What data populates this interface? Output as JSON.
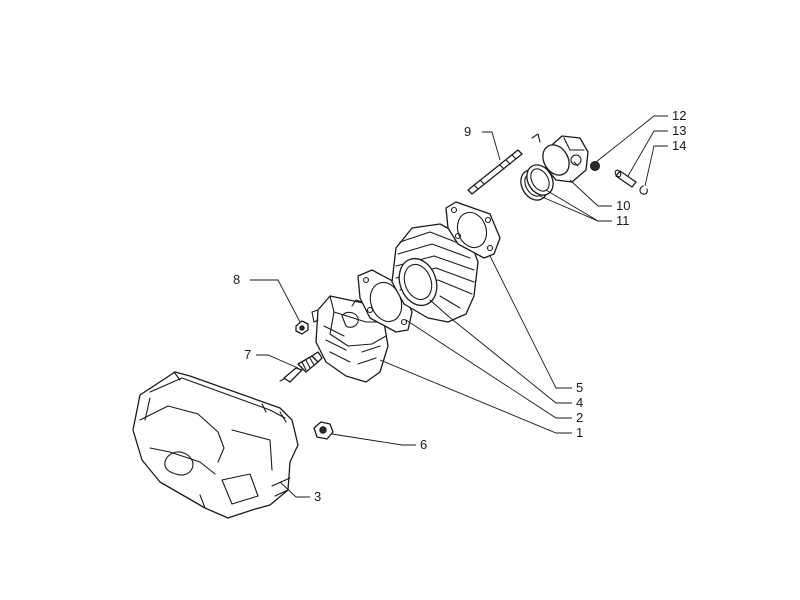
{
  "callouts": {
    "c1": "1",
    "c2": "2",
    "c3": "3",
    "c4": "4",
    "c5": "5",
    "c6": "6",
    "c7": "7",
    "c8": "8",
    "c9": "9",
    "c10": "10",
    "c11": "11",
    "c12": "12",
    "c13": "13",
    "c14": "14"
  },
  "colors": {
    "ink": "#1a1a1a",
    "background": "#ffffff"
  }
}
